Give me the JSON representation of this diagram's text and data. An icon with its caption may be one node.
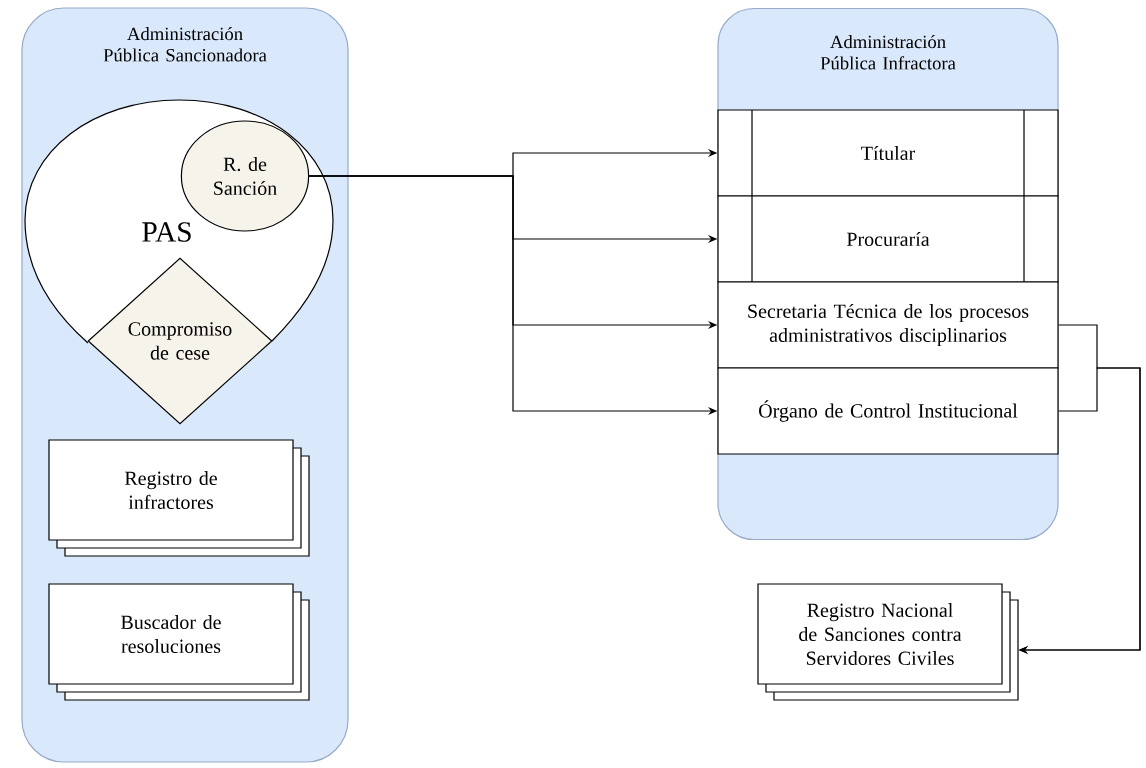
{
  "diagram": {
    "nodes": [
      {
        "text": [
          "Administración Pública Sancionadora"
        ]
      },
      {
        "text": [
          "PAS"
        ],
        "in": 0
      },
      {
        "text": [
          "R. de Sanción"
        ],
        "in": 1
      },
      {
        "text": [
          "Compromiso de cese"
        ],
        "in": 0
      },
      {
        "text": [
          "Registro de infractores"
        ],
        "in": 0
      },
      {
        "text": [
          "Buscador de resoluciones"
        ],
        "in": 0
      },
      {
        "text": [
          "Administración Pública Infractora"
        ]
      },
      {
        "text": [
          "Títular"
        ],
        "in": 6
      },
      {
        "text": [
          "Procuraría"
        ],
        "in": 6
      },
      {
        "text": [
          "Secretaria Técnica de los procesos administrativos disciplinarios"
        ],
        "in": 6
      },
      {
        "text": [
          "Órgano de Control Institucional"
        ],
        "in": 6
      },
      {
        "text": [
          "Registro Nacional de Sanciones contra Servidores Civiles"
        ]
      }
    ],
    "edges": [
      {
        "from": 2,
        "to": 7,
        "arrow": "to"
      },
      {
        "from": 2,
        "to": 8,
        "arrow": "to"
      },
      {
        "from": 2,
        "to": 9,
        "arrow": "to"
      },
      {
        "from": 2,
        "to": 10,
        "arrow": "to"
      },
      {
        "from": 9,
        "to": 11,
        "arrow": "to"
      },
      {
        "from": 10,
        "to": 11,
        "arrow": "to"
      }
    ]
  }
}
